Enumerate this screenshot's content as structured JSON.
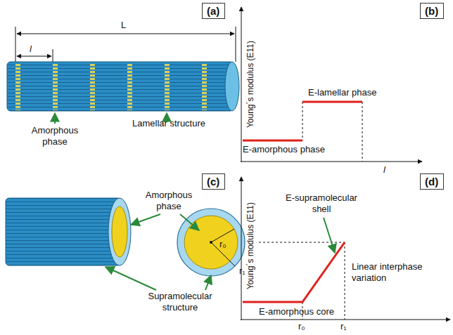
{
  "diagram": {
    "nodes": [
      {
        "text": [
          "(a)"
        ]
      },
      {
        "text": [
          "(b)"
        ]
      },
      {
        "text": [
          "(c)"
        ]
      },
      {
        "text": [
          "(d)"
        ]
      }
    ],
    "labels": [
      "L",
      "l",
      "Amorphous phase",
      "Lamellar structure",
      "Young´s modulus (E11)",
      "E-lamellar phase",
      "E-amorphous phase",
      "l",
      "Amorphous phase",
      "r₀",
      "r₁",
      "Supramolecular structure",
      "Young´s modulus (E11)",
      "E-supramolecular shell",
      "Linear interphase variation",
      "E-amorphous core",
      "r₀",
      "r₁"
    ]
  }
}
